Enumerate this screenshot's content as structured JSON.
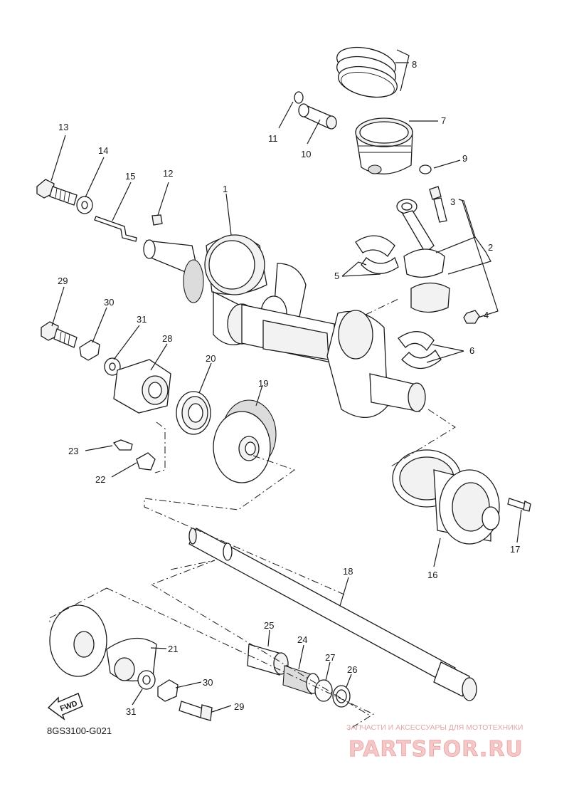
{
  "diagram_code": "8GS3100-G021",
  "fwd_label": "FWD",
  "watermark": {
    "tagline": "ЗАПЧАСТИ И АКСЕССУАРЫ ДЛЯ МОТОТЕХНИКИ",
    "brand": "PARTSFOR.RU"
  },
  "callouts": {
    "c1": "1",
    "c2": "2",
    "c3": "3",
    "c4": "4",
    "c5": "5",
    "c6": "6",
    "c7": "7",
    "c8": "8",
    "c9": "9",
    "c10": "10",
    "c11": "11",
    "c12": "12",
    "c13": "13",
    "c14": "14",
    "c15": "15",
    "c16": "16",
    "c17": "17",
    "c18": "18",
    "c19": "19",
    "c20": "20",
    "c21": "21",
    "c22": "22",
    "c23": "23",
    "c24": "24",
    "c25": "25",
    "c26": "26",
    "c27": "27",
    "c28": "28",
    "c29": "29",
    "c29b": "29",
    "c30": "30",
    "c30b": "30",
    "c31": "31",
    "c31b": "31"
  }
}
